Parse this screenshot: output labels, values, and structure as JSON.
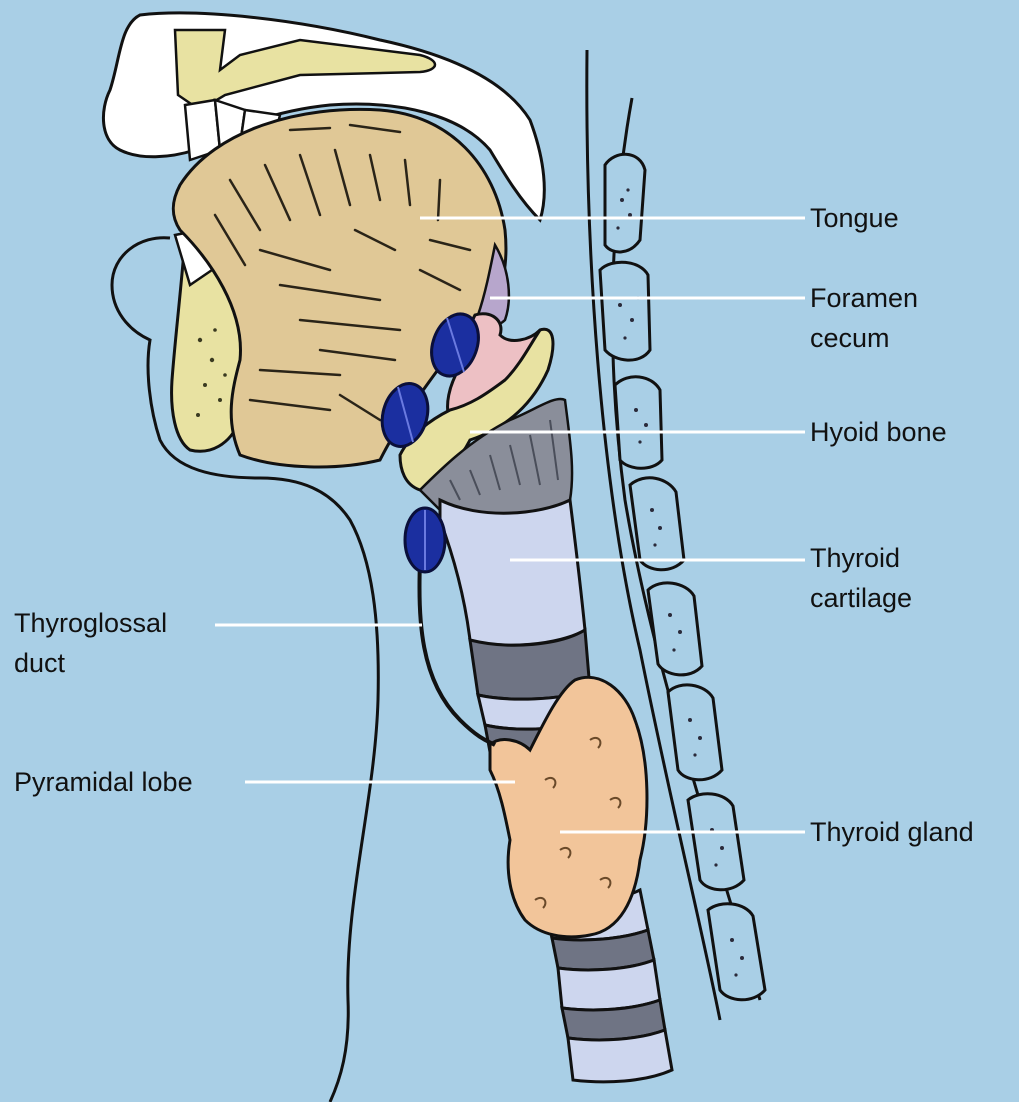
{
  "labels": {
    "tongue": "Tongue",
    "foramen_cecum": [
      "Foramen",
      "cecum"
    ],
    "hyoid_bone": "Hyoid bone",
    "thyroid_cartilage": [
      "Thyroid",
      "cartilage"
    ],
    "thyroglossal_duct": [
      "Thyroglossal",
      "duct"
    ],
    "pyramidal_lobe": "Pyramidal lobe",
    "thyroid_gland": "Thyroid gland"
  },
  "colors": {
    "background": "#a9cfe6",
    "tongue": "#e0c896",
    "bone": "#e8e2a2",
    "cartilage": "#cdd6ee",
    "thyroid": "#f2c59a",
    "duct_remnant": "#1b2fa0",
    "foramen": "#b7a6cc",
    "pharynx_pink": "#edc0c4",
    "teeth": "#ffffff"
  }
}
